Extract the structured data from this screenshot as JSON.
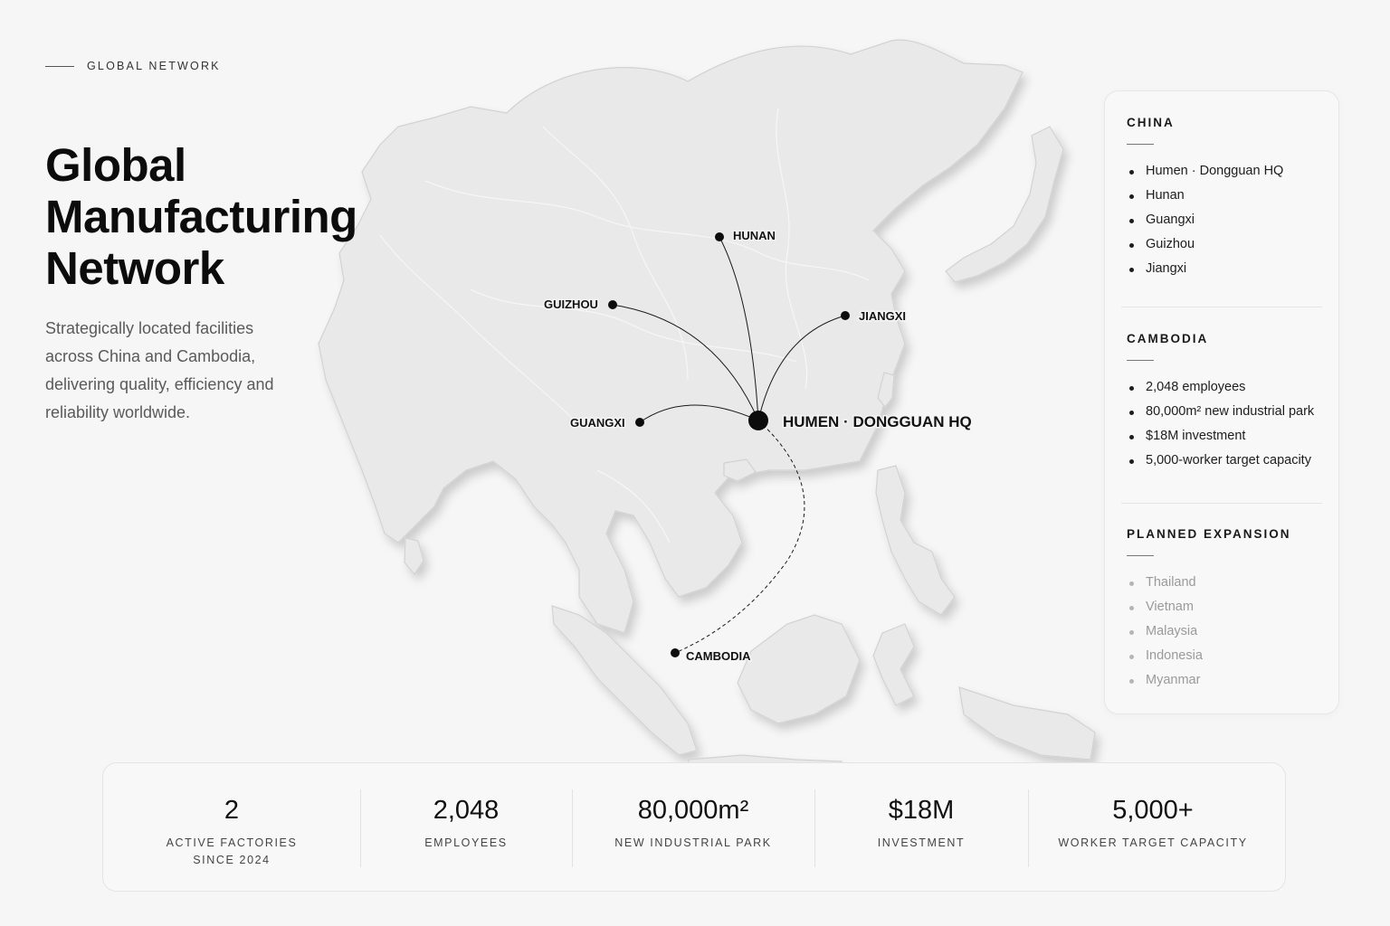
{
  "eyebrow": "GLOBAL NETWORK",
  "title": "Global Manufacturing Network",
  "subtitle": "Strategically located facilities across China and Cambodia, delivering quality, efficiency and reliability worldwide.",
  "map": {
    "hq": "HUMEN · DONGGUAN HQ",
    "sites": {
      "hunan": "HUNAN",
      "guizhou": "GUIZHOU",
      "jiangxi": "JIANGXI",
      "guangxi": "GUANGXI",
      "cambodia": "CAMBODIA"
    }
  },
  "panel": {
    "china": {
      "heading": "CHINA",
      "items": [
        "Humen · Dongguan HQ",
        "Hunan",
        "Guangxi",
        "Guizhou",
        "Jiangxi"
      ]
    },
    "cambodia": {
      "heading": "CAMBODIA",
      "items": [
        "2,048 employees",
        "80,000m² new industrial park",
        "$18M investment",
        "5,000-worker target capacity"
      ]
    },
    "expansion": {
      "heading": "PLANNED EXPANSION",
      "items": [
        "Thailand",
        "Vietnam",
        "Malaysia",
        "Indonesia",
        "Myanmar"
      ]
    }
  },
  "stats": [
    {
      "value": "2",
      "label": "ACTIVE FACTORIES\nSINCE 2024"
    },
    {
      "value": "2,048",
      "label": "EMPLOYEES"
    },
    {
      "value": "80,000m²",
      "label": "NEW INDUSTRIAL PARK"
    },
    {
      "value": "$18M",
      "label": "INVESTMENT"
    },
    {
      "value": "5,000+",
      "label": "WORKER TARGET CAPACITY"
    }
  ]
}
